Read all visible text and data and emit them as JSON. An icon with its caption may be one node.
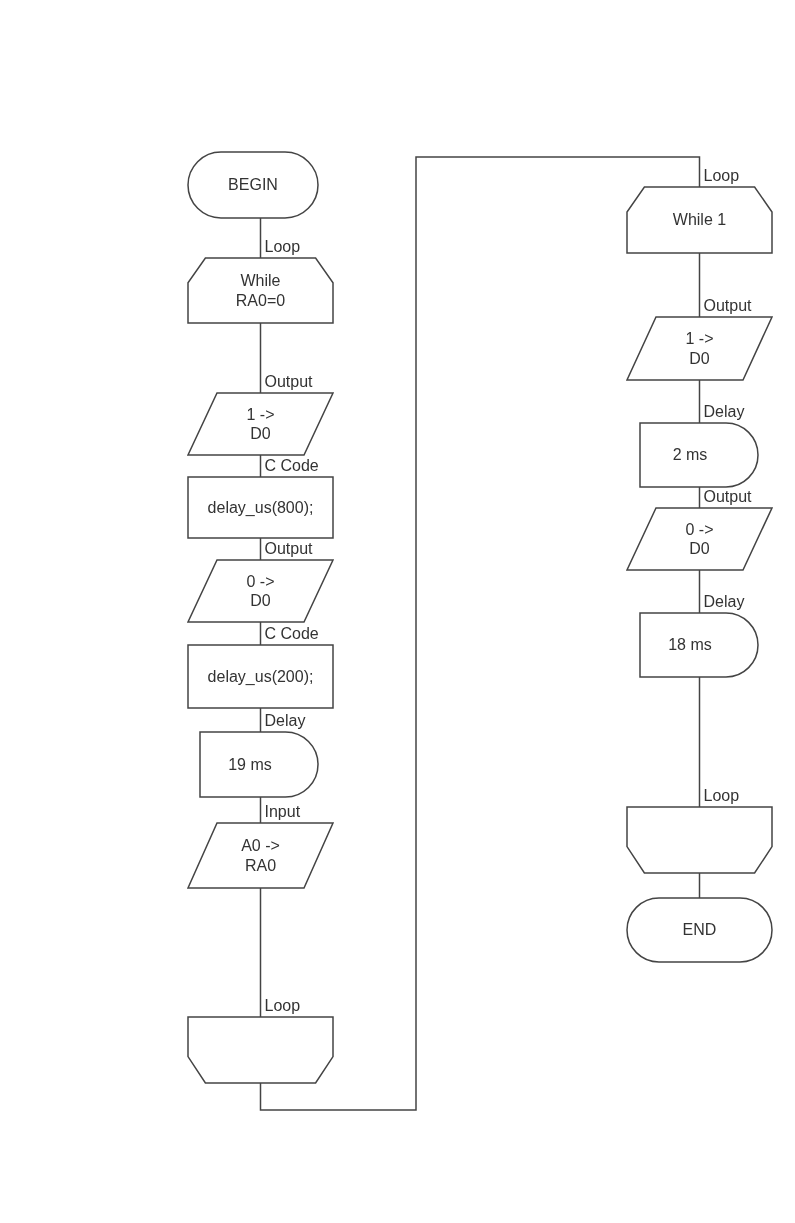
{
  "diagram": {
    "nodes": [
      {
        "text": [
          "BEGIN"
        ]
      },
      {
        "text": [
          "While RA0=0"
        ],
        "beside": [
          "Loop"
        ]
      },
      {
        "text": [
          "1 -> D0"
        ],
        "beside": [
          "Output"
        ]
      },
      {
        "text": [
          "delay_us(800);"
        ],
        "beside": [
          "C Code"
        ]
      },
      {
        "text": [
          "0 -> D0"
        ],
        "beside": [
          "Output"
        ]
      },
      {
        "text": [
          "delay_us(200);"
        ],
        "beside": [
          "C Code"
        ]
      },
      {
        "text": [
          "19 ms"
        ],
        "beside": [
          "Delay"
        ]
      },
      {
        "text": [
          "A0 -> RA0"
        ],
        "beside": [
          "Input"
        ]
      },
      {
        "text": [],
        "shape": "trapezoid",
        "beside": [
          "Loop"
        ]
      },
      {
        "text": [
          "While 1"
        ],
        "beside": [
          "Loop"
        ]
      },
      {
        "text": [
          "1 -> D0"
        ],
        "beside": [
          "Output"
        ]
      },
      {
        "text": [
          "2 ms"
        ],
        "beside": [
          "Delay"
        ]
      },
      {
        "text": [
          "0 -> D0"
        ],
        "beside": [
          "Output"
        ]
      },
      {
        "text": [
          "18 ms"
        ],
        "beside": [
          "Delay"
        ]
      },
      {
        "text": [],
        "shape": "trapezoid",
        "beside": [
          "Loop"
        ]
      },
      {
        "text": [
          "END"
        ]
      }
    ],
    "edges": [
      {
        "from": 0,
        "to": 1,
        "arrow": "none"
      },
      {
        "from": 1,
        "to": 2,
        "arrow": "none"
      },
      {
        "from": 2,
        "to": 3,
        "arrow": "none"
      },
      {
        "from": 3,
        "to": 4,
        "arrow": "none"
      },
      {
        "from": 4,
        "to": 5,
        "arrow": "none"
      },
      {
        "from": 5,
        "to": 6,
        "arrow": "none"
      },
      {
        "from": 6,
        "to": 7,
        "arrow": "none"
      },
      {
        "from": 7,
        "to": 8,
        "arrow": "none"
      },
      {
        "from": 8,
        "to": 9,
        "arrow": "none"
      },
      {
        "from": 9,
        "to": 10,
        "arrow": "none"
      },
      {
        "from": 10,
        "to": 11,
        "arrow": "none"
      },
      {
        "from": 11,
        "to": 12,
        "arrow": "none"
      },
      {
        "from": 12,
        "to": 13,
        "arrow": "none"
      },
      {
        "from": 13,
        "to": 14,
        "arrow": "none"
      },
      {
        "from": 14,
        "to": 15,
        "arrow": "none"
      }
    ]
  }
}
